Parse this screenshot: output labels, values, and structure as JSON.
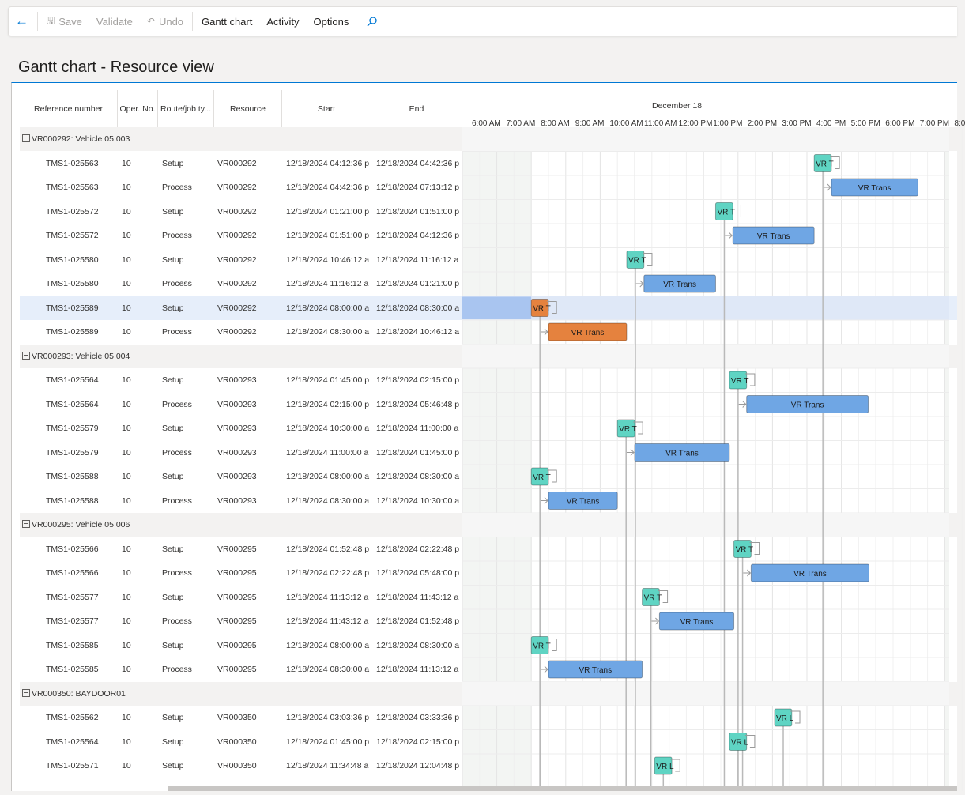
{
  "toolbar": {
    "save": "Save",
    "validate": "Validate",
    "undo": "Undo",
    "gantt_chart": "Gantt chart",
    "activity": "Activity",
    "options": "Options"
  },
  "page": {
    "title": "Gantt chart - Resource view"
  },
  "columns": {
    "reference": "Reference number",
    "oper": "Oper. No.",
    "route": "Route/job ty...",
    "resource": "Resource",
    "start": "Start",
    "end": "End"
  },
  "timeline": {
    "date": "December 18",
    "ticks": [
      "6:00 AM",
      "7:00 AM",
      "8:00 AM",
      "9:00 AM",
      "10:00 AM",
      "11:00 AM",
      "12:00 PM",
      "1:00 PM",
      "2:00 PM",
      "3:00 PM",
      "4:00 PM",
      "5:00 PM",
      "6:00 PM",
      "7:00 PM",
      "8:0"
    ]
  },
  "rows": [
    {
      "group": "VR000292: Vehicle 05 003"
    },
    {
      "ref": "TMS1-025563",
      "oper": "10",
      "route": "Setup",
      "res": "VR000292",
      "start": "12/18/2024 04:12:36 p",
      "end": "12/18/2024 04:42:36 p",
      "bar": {
        "label": "VR T",
        "s": 16.21,
        "e": 16.71
      }
    },
    {
      "ref": "TMS1-025563",
      "oper": "10",
      "route": "Process",
      "res": "VR000292",
      "start": "12/18/2024 04:42:36 p",
      "end": "12/18/2024 07:13:12 p",
      "bar": {
        "label": "VR Trans",
        "s": 16.71,
        "e": 19.22
      }
    },
    {
      "ref": "TMS1-025572",
      "oper": "10",
      "route": "Setup",
      "res": "VR000292",
      "start": "12/18/2024 01:21:00 p",
      "end": "12/18/2024 01:51:00 p",
      "bar": {
        "label": "VR T",
        "s": 13.35,
        "e": 13.85
      }
    },
    {
      "ref": "TMS1-025572",
      "oper": "10",
      "route": "Process",
      "res": "VR000292",
      "start": "12/18/2024 01:51:00 p",
      "end": "12/18/2024 04:12:36 p",
      "bar": {
        "label": "VR Trans",
        "s": 13.85,
        "e": 16.21
      }
    },
    {
      "ref": "TMS1-025580",
      "oper": "10",
      "route": "Setup",
      "res": "VR000292",
      "start": "12/18/2024 10:46:12 a",
      "end": "12/18/2024 11:16:12 a",
      "bar": {
        "label": "VR T",
        "s": 10.77,
        "e": 11.27
      }
    },
    {
      "ref": "TMS1-025580",
      "oper": "10",
      "route": "Process",
      "res": "VR000292",
      "start": "12/18/2024 11:16:12 a",
      "end": "12/18/2024 01:21:00 p",
      "bar": {
        "label": "VR Trans",
        "s": 11.27,
        "e": 13.35
      }
    },
    {
      "ref": "TMS1-025589",
      "oper": "10",
      "route": "Setup",
      "res": "VR000292",
      "start": "12/18/2024 08:00:00 a",
      "end": "12/18/2024 08:30:00 a",
      "bar": {
        "label": "VR T",
        "s": 8.0,
        "e": 8.5
      },
      "selected": true
    },
    {
      "ref": "TMS1-025589",
      "oper": "10",
      "route": "Process",
      "res": "VR000292",
      "start": "12/18/2024 08:30:00 a",
      "end": "12/18/2024 10:46:12 a",
      "bar": {
        "label": "VR Trans",
        "s": 8.5,
        "e": 10.77
      },
      "highlight": true
    },
    {
      "group": "VR000293: Vehicle 05 004"
    },
    {
      "ref": "TMS1-025564",
      "oper": "10",
      "route": "Setup",
      "res": "VR000293",
      "start": "12/18/2024 01:45:00 p",
      "end": "12/18/2024 02:15:00 p",
      "bar": {
        "label": "VR T",
        "s": 13.75,
        "e": 14.25
      }
    },
    {
      "ref": "TMS1-025564",
      "oper": "10",
      "route": "Process",
      "res": "VR000293",
      "start": "12/18/2024 02:15:00 p",
      "end": "12/18/2024 05:46:48 p",
      "bar": {
        "label": "VR Trans",
        "s": 14.25,
        "e": 17.78
      }
    },
    {
      "ref": "TMS1-025579",
      "oper": "10",
      "route": "Setup",
      "res": "VR000293",
      "start": "12/18/2024 10:30:00 a",
      "end": "12/18/2024 11:00:00 a",
      "bar": {
        "label": "VR T",
        "s": 10.5,
        "e": 11.0
      }
    },
    {
      "ref": "TMS1-025579",
      "oper": "10",
      "route": "Process",
      "res": "VR000293",
      "start": "12/18/2024 11:00:00 a",
      "end": "12/18/2024 01:45:00 p",
      "bar": {
        "label": "VR Trans",
        "s": 11.0,
        "e": 13.75
      }
    },
    {
      "ref": "TMS1-025588",
      "oper": "10",
      "route": "Setup",
      "res": "VR000293",
      "start": "12/18/2024 08:00:00 a",
      "end": "12/18/2024 08:30:00 a",
      "bar": {
        "label": "VR T",
        "s": 8.0,
        "e": 8.5
      }
    },
    {
      "ref": "TMS1-025588",
      "oper": "10",
      "route": "Process",
      "res": "VR000293",
      "start": "12/18/2024 08:30:00 a",
      "end": "12/18/2024 10:30:00 a",
      "bar": {
        "label": "VR Trans",
        "s": 8.5,
        "e": 10.5
      }
    },
    {
      "group": "VR000295: Vehicle 05 006"
    },
    {
      "ref": "TMS1-025566",
      "oper": "10",
      "route": "Setup",
      "res": "VR000295",
      "start": "12/18/2024 01:52:48 p",
      "end": "12/18/2024 02:22:48 p",
      "bar": {
        "label": "VR T",
        "s": 13.88,
        "e": 14.38
      }
    },
    {
      "ref": "TMS1-025566",
      "oper": "10",
      "route": "Process",
      "res": "VR000295",
      "start": "12/18/2024 02:22:48 p",
      "end": "12/18/2024 05:48:00 p",
      "bar": {
        "label": "VR Trans",
        "s": 14.38,
        "e": 17.8
      }
    },
    {
      "ref": "TMS1-025577",
      "oper": "10",
      "route": "Setup",
      "res": "VR000295",
      "start": "12/18/2024 11:13:12 a",
      "end": "12/18/2024 11:43:12 a",
      "bar": {
        "label": "VR T",
        "s": 11.22,
        "e": 11.72
      }
    },
    {
      "ref": "TMS1-025577",
      "oper": "10",
      "route": "Process",
      "res": "VR000295",
      "start": "12/18/2024 11:43:12 a",
      "end": "12/18/2024 01:52:48 p",
      "bar": {
        "label": "VR Trans",
        "s": 11.72,
        "e": 13.88
      }
    },
    {
      "ref": "TMS1-025585",
      "oper": "10",
      "route": "Setup",
      "res": "VR000295",
      "start": "12/18/2024 08:00:00 a",
      "end": "12/18/2024 08:30:00 a",
      "bar": {
        "label": "VR T",
        "s": 8.0,
        "e": 8.5
      }
    },
    {
      "ref": "TMS1-025585",
      "oper": "10",
      "route": "Process",
      "res": "VR000295",
      "start": "12/18/2024 08:30:00 a",
      "end": "12/18/2024 11:13:12 a",
      "bar": {
        "label": "VR Trans",
        "s": 8.5,
        "e": 11.22
      }
    },
    {
      "group": "VR000350: BAYDOOR01"
    },
    {
      "ref": "TMS1-025562",
      "oper": "10",
      "route": "Setup",
      "res": "VR000350",
      "start": "12/18/2024 03:03:36 p",
      "end": "12/18/2024 03:33:36 p",
      "bar": {
        "label": "VR L",
        "s": 15.06,
        "e": 15.56
      }
    },
    {
      "ref": "TMS1-025564",
      "oper": "10",
      "route": "Setup",
      "res": "VR000350",
      "start": "12/18/2024 01:45:00 p",
      "end": "12/18/2024 02:15:00 p",
      "bar": {
        "label": "VR L",
        "s": 13.75,
        "e": 14.25
      }
    },
    {
      "ref": "TMS1-025571",
      "oper": "10",
      "route": "Setup",
      "res": "VR000350",
      "start": "12/18/2024 11:34:48 a",
      "end": "12/18/2024 12:04:48 p",
      "bar": {
        "label": "VR L",
        "s": 11.58,
        "e": 12.08
      }
    }
  ],
  "colors": {
    "setup": "#5fd4c3",
    "process": "#6fa6e4",
    "selected": "#e5823e",
    "accent": "#0078d4"
  }
}
